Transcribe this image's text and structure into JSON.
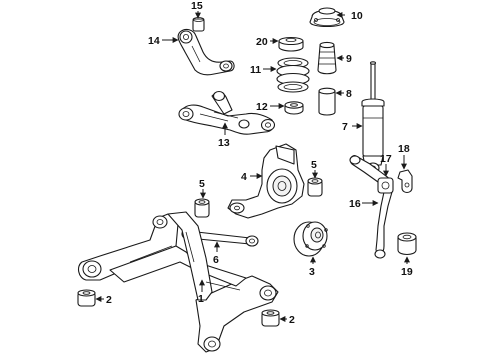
{
  "callouts": {
    "c1": "1",
    "c2a": "2",
    "c2b": "2",
    "c3": "3",
    "c4": "4",
    "c5a": "5",
    "c5b": "5",
    "c6": "6",
    "c7": "7",
    "c8": "8",
    "c9": "9",
    "c10": "10",
    "c11": "11",
    "c12": "12",
    "c13": "13",
    "c14": "14",
    "c15": "15",
    "c16": "16",
    "c17": "17",
    "c18": "18",
    "c19": "19",
    "c20": "20"
  },
  "colors": {
    "line": "#1a1a1a",
    "background": "#ffffff"
  }
}
